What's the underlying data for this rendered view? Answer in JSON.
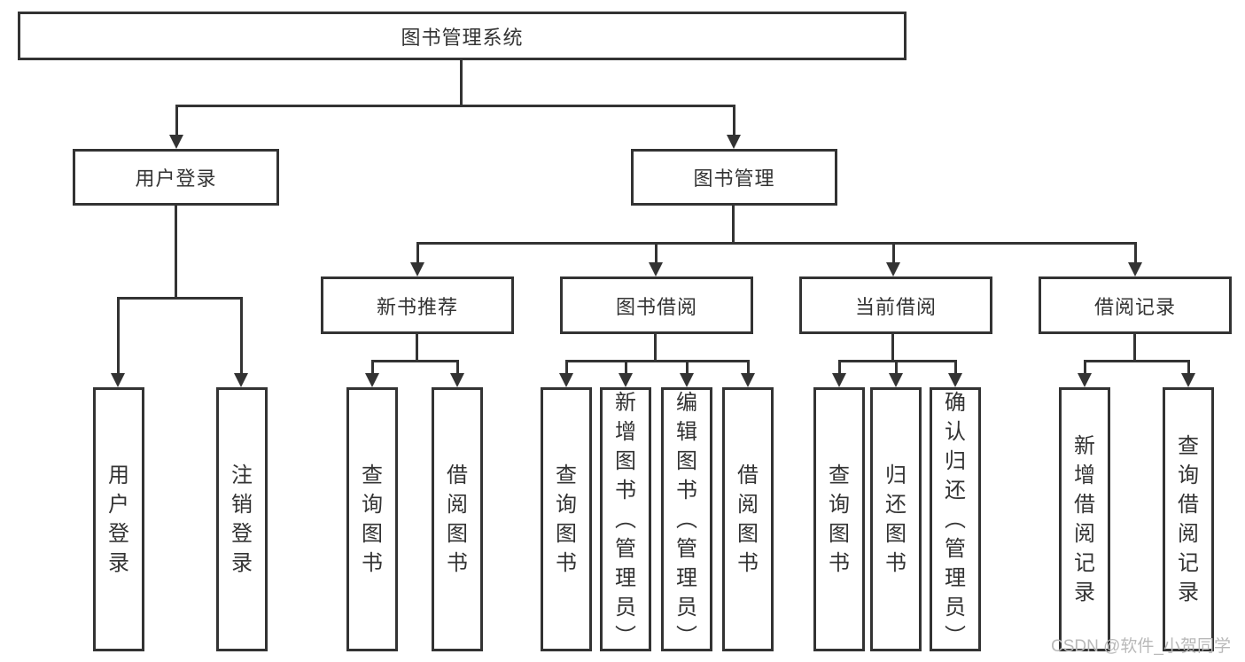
{
  "diagram": {
    "root": {
      "label": "图书管理系统",
      "children": [
        {
          "label": "用户登录",
          "children": [
            {
              "label": "用户登录"
            },
            {
              "label": "注销登录"
            }
          ]
        },
        {
          "label": "图书管理",
          "children": [
            {
              "label": "新书推荐",
              "children": [
                {
                  "label": "查询图书"
                },
                {
                  "label": "借阅图书"
                }
              ]
            },
            {
              "label": "图书借阅",
              "children": [
                {
                  "label": "查询图书"
                },
                {
                  "label": "新增图书（管理员）"
                },
                {
                  "label": "编辑图书（管理员）"
                },
                {
                  "label": "借阅图书"
                }
              ]
            },
            {
              "label": "当前借阅",
              "children": [
                {
                  "label": "查询图书"
                },
                {
                  "label": "归还图书"
                },
                {
                  "label": "确认归还（管理员）"
                }
              ]
            },
            {
              "label": "借阅记录",
              "children": [
                {
                  "label": "新增借阅记录"
                },
                {
                  "label": "查询借阅记录"
                }
              ]
            }
          ]
        }
      ]
    }
  },
  "watermark": "CSDN @软件_小贺同学",
  "colors": {
    "line": "#333333",
    "text": "#333333",
    "watermark": "#b9b9b9",
    "background": "#ffffff"
  }
}
